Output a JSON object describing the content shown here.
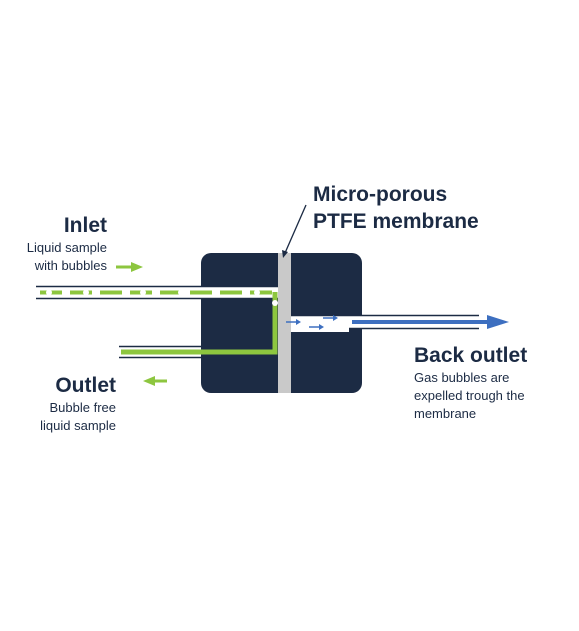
{
  "membrane": {
    "line1": "Micro-porous",
    "line2": "PTFE membrane"
  },
  "inlet": {
    "title": "Inlet",
    "desc_line1": "Liquid sample",
    "desc_line2": "with bubbles"
  },
  "outlet": {
    "title": "Outlet",
    "desc_line1": "Bubble free",
    "desc_line2": "liquid sample"
  },
  "back_outlet": {
    "title": "Back outlet",
    "desc_line1": "Gas bubbles are",
    "desc_line2": "expelled trough the",
    "desc_line3": "membrane"
  },
  "colors": {
    "housing": "#1c2b44",
    "liquid": "#8dc63f",
    "gas": "#3d6fc0",
    "membrane": "#c9c9c9",
    "text": "#1c2b44"
  }
}
